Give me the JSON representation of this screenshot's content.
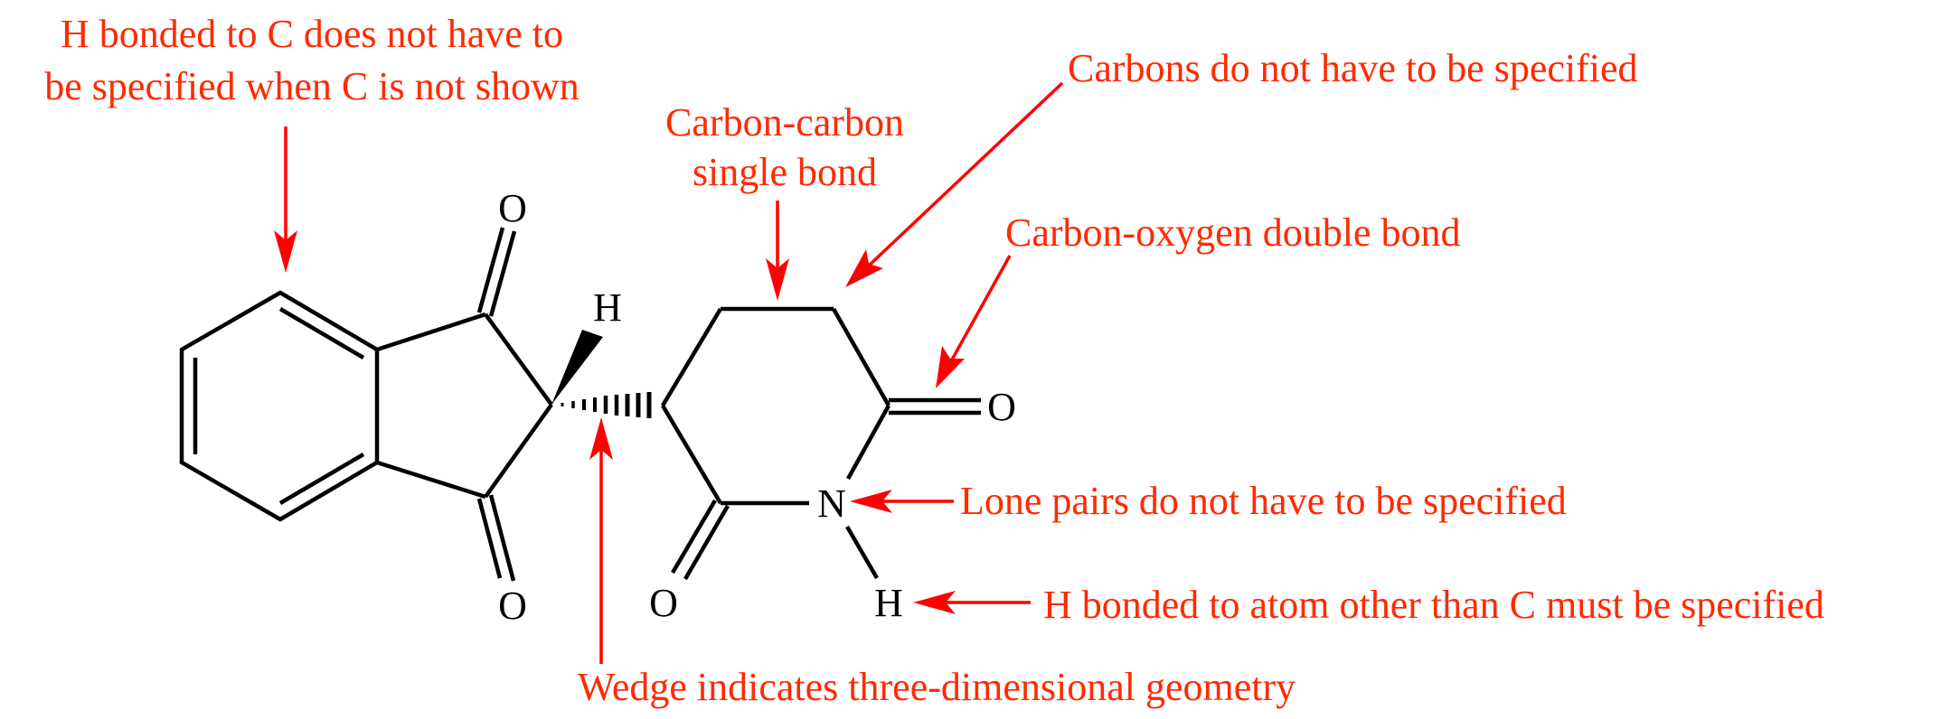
{
  "figure": {
    "subject": "Annotated skeletal structure",
    "text_color": "#ff2a00",
    "arrow_color": "#ff0000",
    "bond_color": "#000000"
  },
  "annotations": {
    "h_on_c": {
      "line1": "H bonded to C does not have to",
      "line2": "be specified when C is not shown"
    },
    "cc_single": {
      "line1": "Carbon-carbon",
      "line2": "single bond"
    },
    "carbons": {
      "text": "Carbons do not have to be specified"
    },
    "co_double": {
      "text": "Carbon-oxygen double bond"
    },
    "lone_pairs": {
      "text": "Lone pairs do not have to be specified"
    },
    "h_on_hetero": {
      "text": "H bonded to atom other than C must be specified"
    },
    "wedge": {
      "text": "Wedge indicates three-dimensional geometry"
    }
  },
  "atoms": {
    "o_top": "O",
    "o_bottom_left": "O",
    "h_wedge": "H",
    "o_right": "O",
    "n": "N",
    "o_bottom_ring": "O",
    "h_n": "H"
  }
}
